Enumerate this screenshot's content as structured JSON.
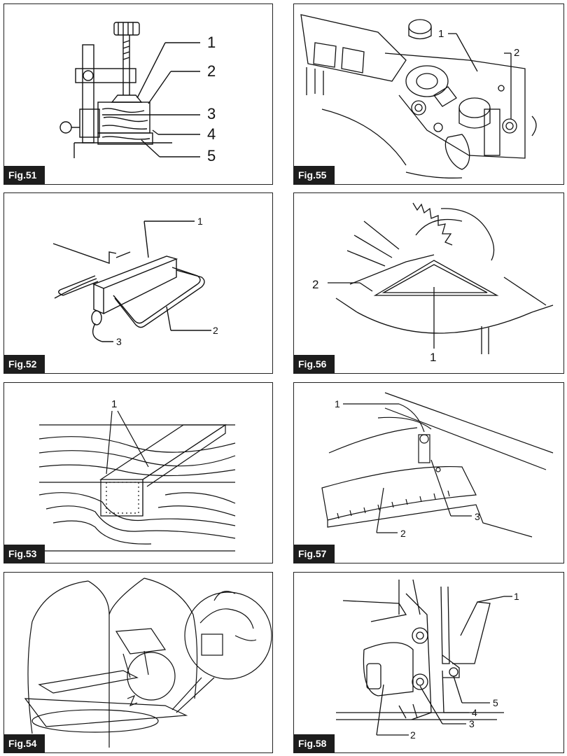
{
  "figures": [
    {
      "label": "Fig.51",
      "callouts": [
        "1",
        "2",
        "3",
        "4",
        "5"
      ]
    },
    {
      "label": "Fig.55",
      "callouts": [
        "1",
        "2"
      ]
    },
    {
      "label": "Fig.52",
      "callouts": [
        "1",
        "2",
        "3"
      ]
    },
    {
      "label": "Fig.56",
      "callouts": [
        "1",
        "2"
      ]
    },
    {
      "label": "Fig.53",
      "callouts": [
        "1"
      ]
    },
    {
      "label": "Fig.57",
      "callouts": [
        "1",
        "2",
        "3"
      ]
    },
    {
      "label": "Fig.54",
      "callouts": []
    },
    {
      "label": "Fig.58",
      "callouts": [
        "1",
        "2",
        "3",
        "4",
        "5"
      ]
    }
  ]
}
